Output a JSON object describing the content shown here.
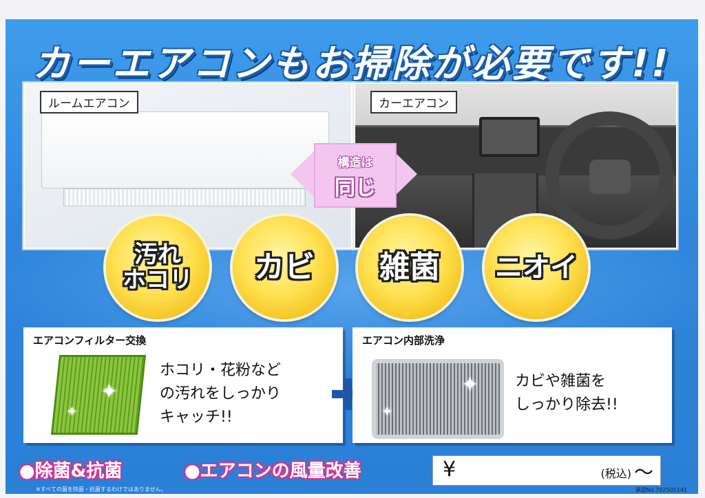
{
  "title": "カーエアコンもお掃除が必要です!!",
  "panels": {
    "room_label": "ルームエアコン",
    "car_label": "カーエアコン"
  },
  "arrow": {
    "small": "構造は",
    "big": "同じ"
  },
  "badges": [
    "汚れ\nホコリ",
    "カビ",
    "雑菌",
    "ニオイ"
  ],
  "boxes": {
    "left_title": "エアコンフィルター交換",
    "left_text": "ホコリ・花粉など\nの汚れをしっかり\nキャッチ!!",
    "right_title": "エアコン内部洗浄",
    "right_text": "カビや雑菌を\nしっかり除去!!"
  },
  "features": [
    "●除菌&抗菌",
    "●エアコンの風量改善"
  ],
  "price": {
    "yen": "¥",
    "tax": "(税込)",
    "tilde": "〜"
  },
  "footnote": "※すべての菌を除菌・抗菌するわけではありません。",
  "approval": "承認No.702505141",
  "colors": {
    "background": "#2f86dc",
    "badge": "#ffe152",
    "arrow": "#f3c6ef",
    "feature_outline": "#d7338f"
  }
}
